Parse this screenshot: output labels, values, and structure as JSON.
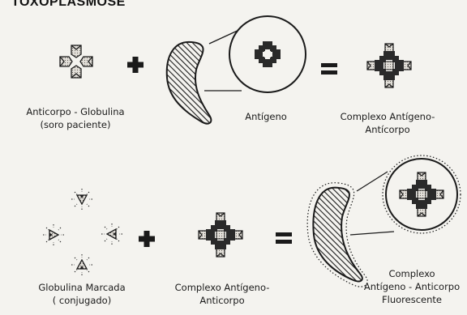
{
  "title": "TOXOPLASMOSE",
  "background_text": [
    "",
    "",
    "",
    "",
    "",
    "",
    "",
    "",
    ""
  ],
  "row1": {
    "antibody": {
      "line1": "Anticorpo - Globulina",
      "line2": "(soro paciente)"
    },
    "antigen": {
      "line1": "Antígeno"
    },
    "complex": {
      "line1": "Complexo Antígeno-",
      "line2": "Antícorpo"
    }
  },
  "row2": {
    "labeled_globulin": {
      "line1": "Globulina Marcada",
      "line2": "( conjugado)"
    },
    "complex": {
      "line1": "Complexo Antígeno-",
      "line2": "Anticorpo"
    },
    "fluorescent_complex": {
      "line1": "Complexo",
      "line2": "Antígeno - Anticorpo",
      "line3": "Fluorescente"
    }
  },
  "colors": {
    "ink": "#1a1a1a",
    "dark_block": "#2a2a2a",
    "dotted_fill": "#cfcac2",
    "background": "#f4f3ef"
  },
  "icons": [
    "plus-icon",
    "equals-icon",
    "antibody-symbol",
    "antigen-parasite",
    "antigen-block",
    "antigen-antibody-complex",
    "fluorescent-halo"
  ]
}
